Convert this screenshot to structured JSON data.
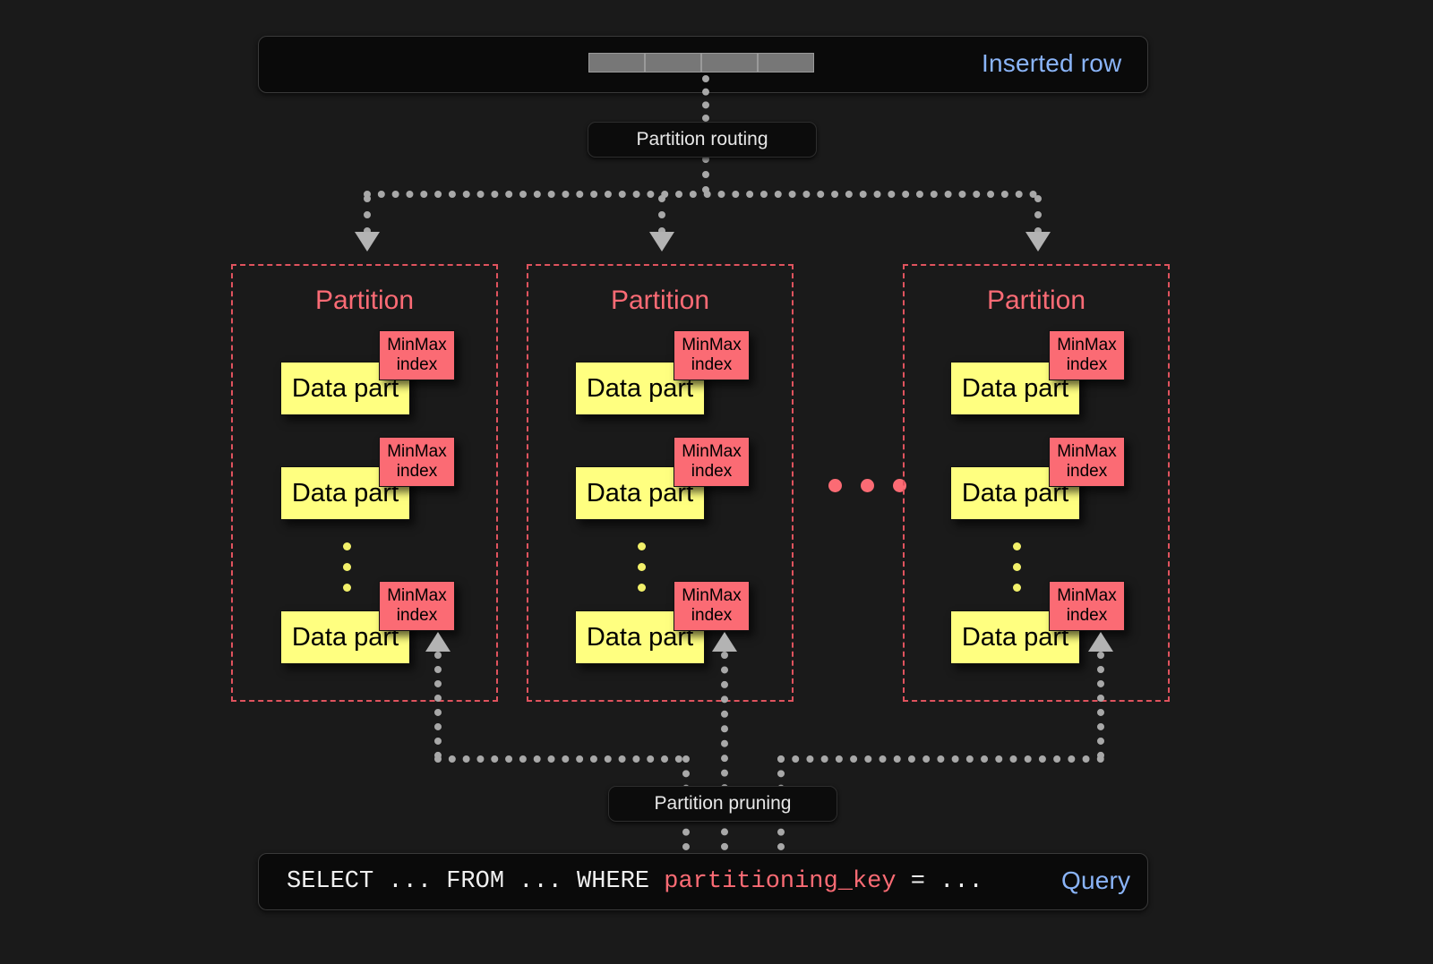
{
  "diagram": {
    "title": "Partition routing and partition pruning",
    "background_color": "#1a1a1a"
  },
  "colors": {
    "accent_red": "#fb6b74",
    "partition_border": "#e0535e",
    "data_part_yellow": "#ffff80",
    "link_blue": "#8ab4f8",
    "connector_gray": "#a8a8a8",
    "bar_background": "#0a0a0a"
  },
  "inserted_row": {
    "label": "Inserted row",
    "cell_count": 4,
    "cells": [
      "",
      "",
      "",
      ""
    ]
  },
  "routing": {
    "label": "Partition routing"
  },
  "partitions": [
    {
      "title": "Partition",
      "parts": [
        {
          "label": "Data part",
          "index_label": "MinMax\nindex"
        },
        {
          "label": "Data part",
          "index_label": "MinMax\nindex"
        },
        {
          "label": "Data part",
          "index_label": "MinMax\nindex"
        }
      ],
      "vertical_ellipsis": "•••"
    },
    {
      "title": "Partition",
      "parts": [
        {
          "label": "Data part",
          "index_label": "MinMax\nindex"
        },
        {
          "label": "Data part",
          "index_label": "MinMax\nindex"
        },
        {
          "label": "Data part",
          "index_label": "MinMax\nindex"
        }
      ],
      "vertical_ellipsis": "•••"
    },
    {
      "title": "Partition",
      "parts": [
        {
          "label": "Data part",
          "index_label": "MinMax\nindex"
        },
        {
          "label": "Data part",
          "index_label": "MinMax\nindex"
        },
        {
          "label": "Data part",
          "index_label": "MinMax\nindex"
        }
      ],
      "vertical_ellipsis": "•••"
    }
  ],
  "between_partitions_ellipsis": "• • •",
  "pruning": {
    "label": "Partition pruning"
  },
  "query": {
    "label": "Query",
    "prefix": "SELECT ... FROM ... WHERE ",
    "key": "partitioning_key",
    "suffix": " = ...",
    "full_text": "SELECT ... FROM ... WHERE partitioning_key = ..."
  },
  "minmax_text": {
    "line1": "MinMax",
    "line2": "index"
  }
}
